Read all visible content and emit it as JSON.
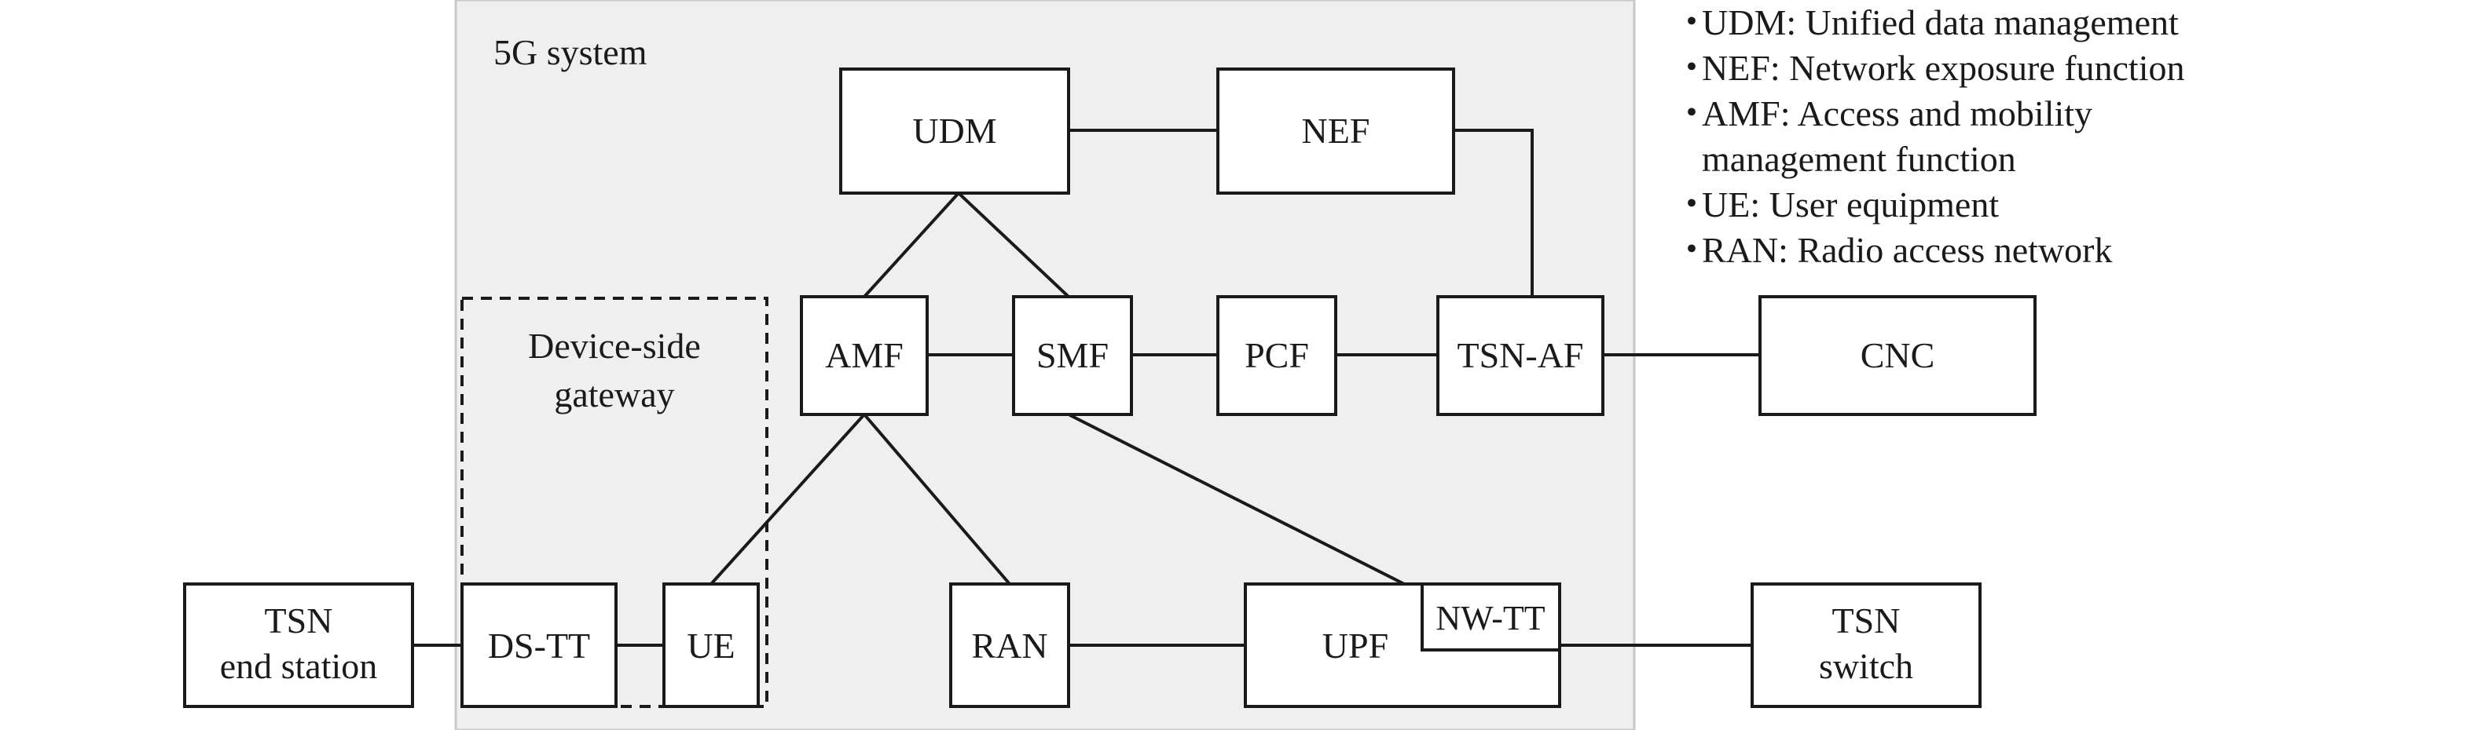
{
  "colors": {
    "system_fill": "#efefef",
    "system_stroke": "#c8c8c8",
    "line": "#1a1a1a"
  },
  "system": {
    "label": "5G system"
  },
  "gateway": {
    "label_line1": "Device-side",
    "label_line2": "gateway"
  },
  "nodes": {
    "udm": "UDM",
    "nef": "NEF",
    "amf": "AMF",
    "smf": "SMF",
    "pcf": "PCF",
    "tsn_af": "TSN-AF",
    "cnc": "CNC",
    "ds_tt": "DS-TT",
    "ue": "UE",
    "ran": "RAN",
    "upf": "UPF",
    "nw_tt": "NW-TT",
    "tsn_end_station": {
      "line1": "TSN",
      "line2": "end station"
    },
    "tsn_switch": {
      "line1": "TSN",
      "line2": "switch"
    }
  },
  "legend": {
    "bullet": "・",
    "items": [
      "UDM: Unified data management",
      "NEF: Network exposure function",
      "AMF: Access and mobility management function",
      "UE: User equipment",
      "RAN: Radio access network"
    ]
  }
}
